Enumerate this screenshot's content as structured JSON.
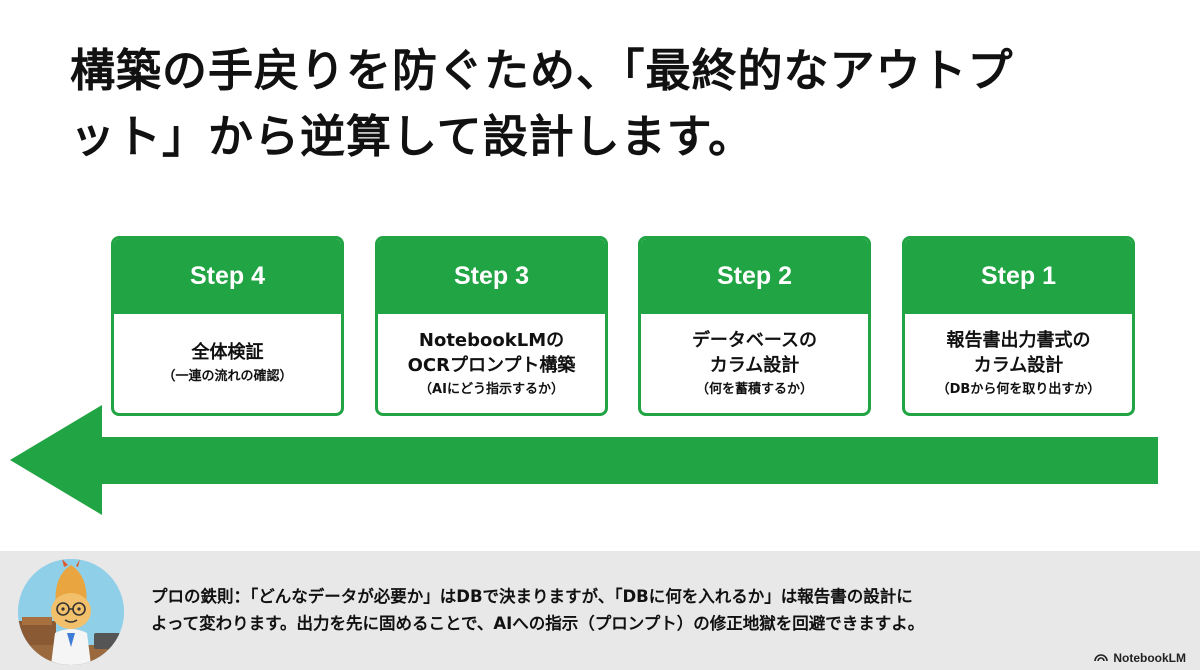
{
  "title": {
    "line1": "構築の手戻りを防ぐため、「最終的なアウトプ",
    "line2": "ット」から逆算して設計します。"
  },
  "steps": [
    {
      "label": "Step 4",
      "lines": [
        "全体検証"
      ],
      "sub": "（一連の流れの確認）"
    },
    {
      "label": "Step 3",
      "lines": [
        "NotebookLMの",
        "OCRプロンプト構築"
      ],
      "sub": "（AIにどう指示するか）"
    },
    {
      "label": "Step 2",
      "lines": [
        "データベースの",
        "カラム設計"
      ],
      "sub": "（何を蓄積するか）"
    },
    {
      "label": "Step 1",
      "lines": [
        "報告書出力書式の",
        "カラム設計"
      ],
      "sub": "（DBから何を取り出すか）"
    }
  ],
  "footer": {
    "line1": "プロの鉄則：「どんなデータが必要か」はDBで決まりますが、「DBに何を入れるか」は報告書の設計に",
    "line2": "よって変わります。出力を先に固めることで、AIへの指示（プロンプト）の修正地獄を回避できますよ。"
  },
  "brand": "NotebookLM",
  "colors": {
    "accent": "#21a443",
    "footer_bg": "#e8e8e8"
  },
  "icons": {
    "brand": "notebooklm-logo-icon",
    "avatar": "shrimp-tempura-mascot-icon"
  }
}
